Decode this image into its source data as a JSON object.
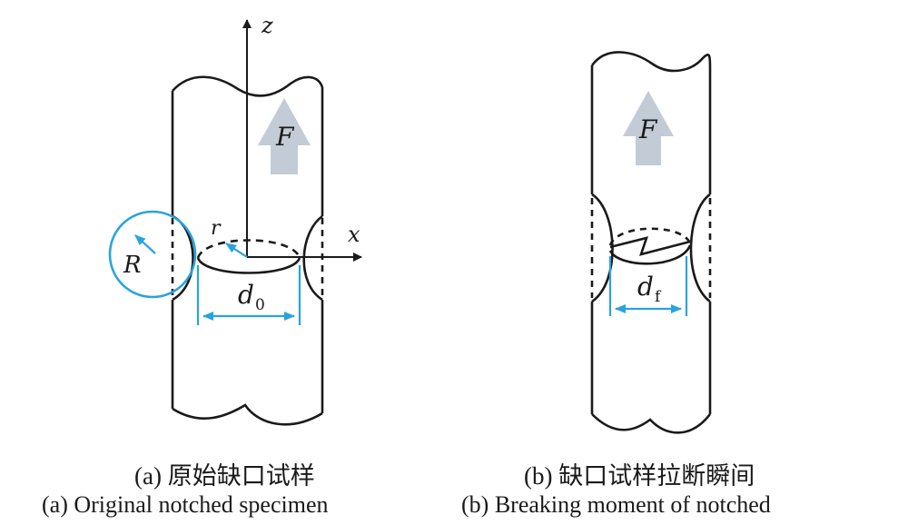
{
  "panel_a": {
    "axis_z": "z",
    "axis_x": "x",
    "force_label": "F",
    "notch_radius_label": "R",
    "small_radius_label": "r",
    "diameter_label": "d",
    "diameter_subscript": "0",
    "caption_zh": "(a) 原始缺口试样",
    "caption_en": "(a) Original notched specimen"
  },
  "panel_b": {
    "force_label": "F",
    "diameter_label": "d",
    "diameter_subscript": "f",
    "caption_zh": "(b) 缺口试样拉断瞬间",
    "caption_en": "(b) Breaking moment of notched"
  },
  "colors": {
    "outline": "#1a1a1a",
    "dimension": "#29a3dd",
    "force_arrow": "#c2cbd6"
  }
}
